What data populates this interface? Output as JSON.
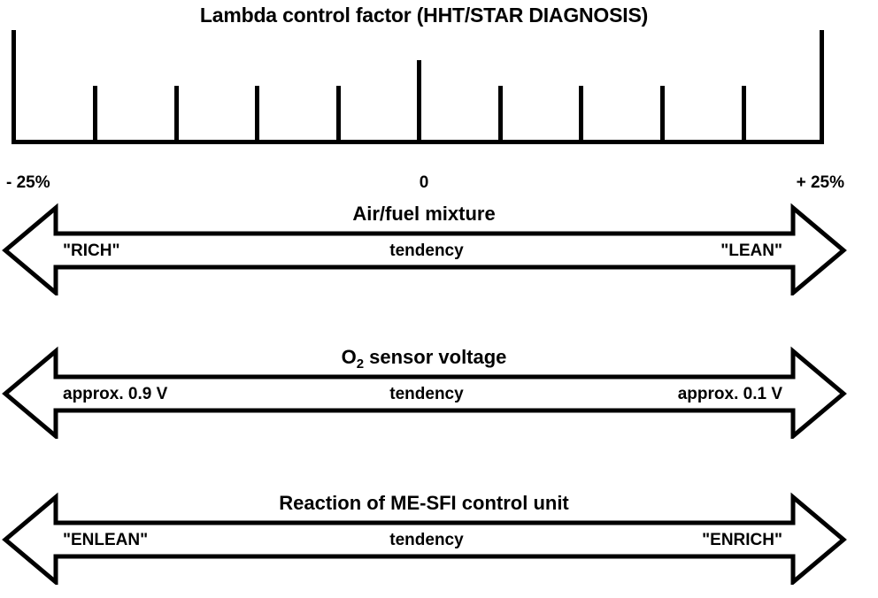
{
  "title": "Lambda control factor (HHT/STAR DIAGNOSIS)",
  "scale": {
    "left_label": "- 25%",
    "zero_label": "0",
    "right_label": "+ 25%",
    "tick_count": 11
  },
  "chart_data": {
    "type": "scale",
    "title": "Lambda control factor (HHT/STAR DIAGNOSIS)",
    "xlabel": "",
    "ylabel": "",
    "xlim": [
      -25,
      25
    ],
    "grid": false,
    "legend": "none",
    "tick_labels": [
      "- 25%",
      "0",
      "+ 25%"
    ],
    "ticks": [
      -25,
      -20,
      -15,
      -10,
      -5,
      0,
      5,
      10,
      15,
      20,
      25
    ],
    "tick_styles": [
      "end",
      "minor",
      "minor",
      "minor",
      "minor",
      "center",
      "minor",
      "minor",
      "minor",
      "minor",
      "end"
    ],
    "bands": [
      {
        "heading": "Air/fuel mixture",
        "left": "\"RICH\"",
        "center": "tendency",
        "right": "\"LEAN\""
      },
      {
        "heading": "O2 sensor voltage",
        "left": "approx. 0.9 V",
        "center": "tendency",
        "right": "approx. 0.1 V"
      },
      {
        "heading": "Reaction of ME-SFI control unit",
        "left": "\"ENLEAN\"",
        "center": "tendency",
        "right": "\"ENRICH\""
      }
    ]
  },
  "bands": [
    {
      "heading": "Air/fuel mixture",
      "heading_base": "Air/fuel mixture",
      "heading_sub": "",
      "left": "\"RICH\"",
      "center": "tendency",
      "right": "\"LEAN\""
    },
    {
      "heading": "O2 sensor voltage",
      "heading_base": "O",
      "heading_sub": "2",
      "heading_rest": " sensor voltage",
      "left": "approx. 0.9 V",
      "center": "tendency",
      "right": "approx. 0.1 V"
    },
    {
      "heading": "Reaction of ME-SFI control unit",
      "heading_base": "Reaction of ME-SFI control unit",
      "heading_sub": "",
      "left": "\"ENLEAN\"",
      "center": "tendency",
      "right": "\"ENRICH\""
    }
  ],
  "colors": {
    "ink": "#000000",
    "background": "#ffffff"
  }
}
